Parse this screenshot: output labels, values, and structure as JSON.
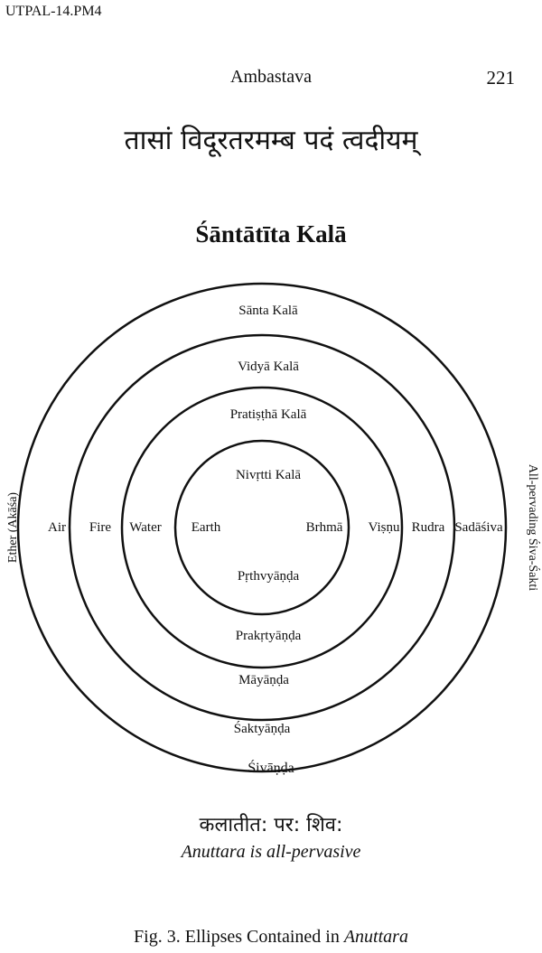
{
  "file_label": "UTPAL-14.PM4",
  "running_head": "Ambastava",
  "page_number": "221",
  "sanskrit_line": "तासां विदूरतरमम्ब पदं त्वदीयम्",
  "diagram": {
    "title": "Śāntātīta Kalā",
    "top_labels": [
      "Sānta Kalā",
      "Vidyā Kalā",
      "Pratiṣṭhā Kalā",
      "Nivṛtti Kalā"
    ],
    "left_labels": [
      "Air",
      "Fire",
      "Water",
      "Earth"
    ],
    "right_labels": [
      "Brhmā",
      "Viṣṇu",
      "Rudra",
      "Sadāśiva"
    ],
    "bottom_labels": [
      "Pṛthvyāṇḍa",
      "Prakṛtyāṇḍa",
      "Māyāṇḍa",
      "Śaktyāṇḍa"
    ],
    "below_label": "Śivāṇḍa",
    "left_side": "Ether (Akāśa)",
    "right_side": "All-pervading Śiva-Śakti"
  },
  "bottom_sanskrit": "कलातीत: पर: शिव:",
  "bottom_english": "Anuttara is all-pervasive",
  "caption": {
    "prefix": "Fig. 3. Ellipses Contained in ",
    "italic": "Anuttara"
  }
}
